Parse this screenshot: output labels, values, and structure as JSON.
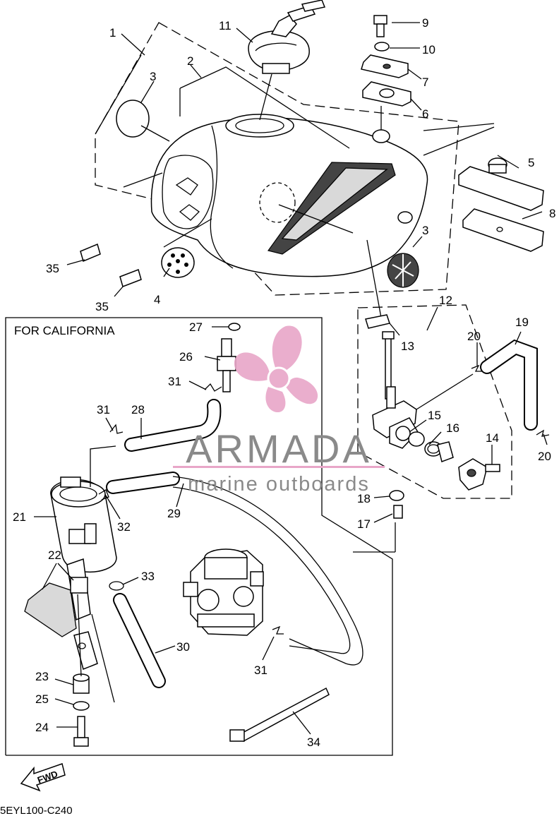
{
  "diagram": {
    "california_label": "FOR CALIFORNIA",
    "diagram_code": "5EYL100-C240",
    "fwd_label": "FWD",
    "colors": {
      "line": "#000000",
      "watermark_pink": "#e8a6c8",
      "watermark_gray": "#8a8a8a"
    }
  },
  "watermark": {
    "brand": "ARMADA",
    "tagline": "marine outboards"
  },
  "callouts": [
    {
      "number": "1"
    },
    {
      "number": "2"
    },
    {
      "number": "3"
    },
    {
      "number": "3"
    },
    {
      "number": "4"
    },
    {
      "number": "5"
    },
    {
      "number": "6"
    },
    {
      "number": "7"
    },
    {
      "number": "8"
    },
    {
      "number": "9"
    },
    {
      "number": "10"
    },
    {
      "number": "11"
    },
    {
      "number": "12"
    },
    {
      "number": "13"
    },
    {
      "number": "14"
    },
    {
      "number": "15"
    },
    {
      "number": "16"
    },
    {
      "number": "17"
    },
    {
      "number": "18"
    },
    {
      "number": "19"
    },
    {
      "number": "20"
    },
    {
      "number": "20"
    },
    {
      "number": "21"
    },
    {
      "number": "22"
    },
    {
      "number": "23"
    },
    {
      "number": "24"
    },
    {
      "number": "25"
    },
    {
      "number": "26"
    },
    {
      "number": "27"
    },
    {
      "number": "28"
    },
    {
      "number": "29"
    },
    {
      "number": "30"
    },
    {
      "number": "31"
    },
    {
      "number": "31"
    },
    {
      "number": "31"
    },
    {
      "number": "32"
    },
    {
      "number": "33"
    },
    {
      "number": "34"
    },
    {
      "number": "35"
    },
    {
      "number": "35"
    }
  ]
}
